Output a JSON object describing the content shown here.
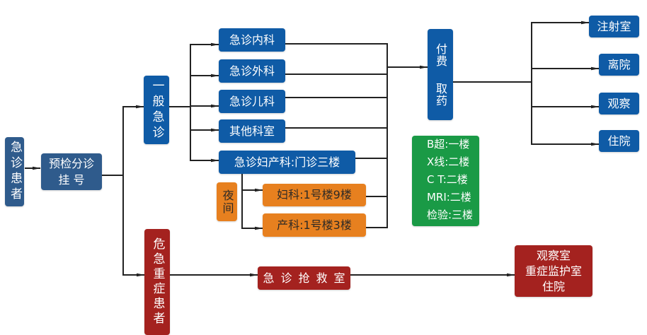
{
  "colors": {
    "steel_blue": "#2f5b8c",
    "blue": "#0f5ba6",
    "red": "#a4221f",
    "orange": "#e7801f",
    "green": "#1a9a46",
    "connector": "#222222"
  },
  "nodes": {
    "patient": {
      "label": "急诊患者"
    },
    "triage": {
      "line1": "预检分诊",
      "line2": "挂 号"
    },
    "general": {
      "label": "一般急诊"
    },
    "critical": {
      "label": "危急重症患者"
    },
    "departments": {
      "internal": "急诊内科",
      "surgery": "急诊外科",
      "pediatric": "急诊儿科",
      "other": "其他科室",
      "obgyn": "急诊妇产科:门诊三楼"
    },
    "night": {
      "label": "夜间"
    },
    "gynecology": {
      "label": "妇科:1号楼9楼"
    },
    "obstetrics": {
      "label": "产科:1号楼3楼"
    },
    "payment": {
      "part1": "付费",
      "part2": "取药"
    },
    "imaging": {
      "lines": [
        "B超:一楼",
        "X线:二楼",
        "C T:二楼",
        "MRI:二楼",
        "检验:三楼"
      ]
    },
    "outcomes": {
      "injection": "注射室",
      "discharge": "离院",
      "observation": "观察",
      "admission": "住院"
    },
    "rescue": {
      "label": "急诊抢救室"
    },
    "critical_outcome": {
      "line1": "观察室",
      "line2": "重症监护室",
      "line3": "住院"
    }
  }
}
